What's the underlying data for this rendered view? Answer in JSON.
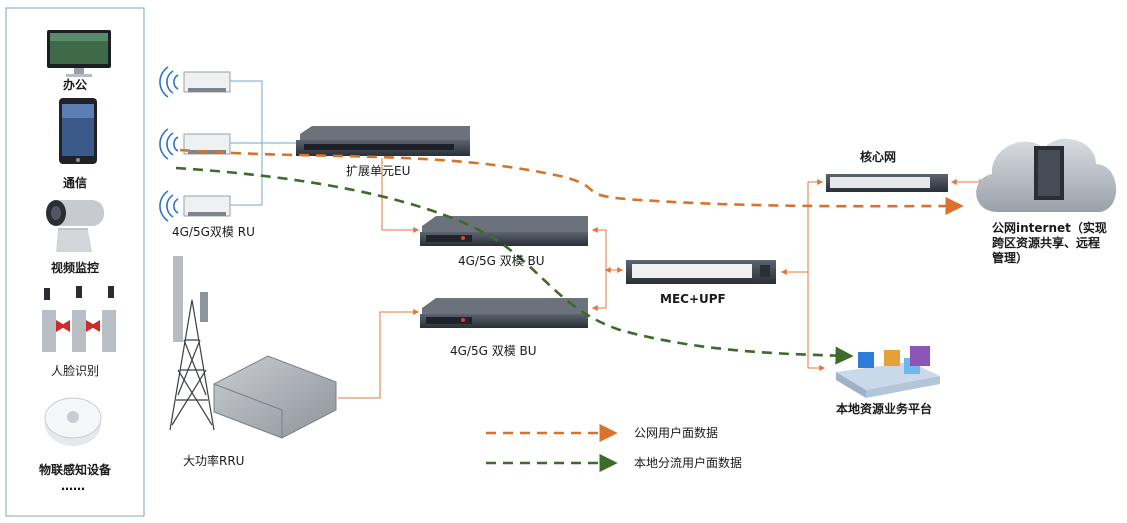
{
  "colors": {
    "public_user_plane": "#d9732b",
    "local_breakout_plane": "#3d6b2a",
    "link_line": "#e07a3c",
    "thin_link": "#6fa8d6",
    "panel_border": "#7aa3c7"
  },
  "terminals": {
    "office": "办公",
    "comms": "通信",
    "video": "视频监控",
    "face": "人脸识别",
    "iot": "物联感知设备",
    "more": "……"
  },
  "nodes": {
    "ru": "4G/5G双模 RU",
    "eu": "扩展单元EU",
    "bu1": "4G/5G 双模 BU",
    "bu2": "4G/5G 双模 BU",
    "mec": "MEC+UPF",
    "core": "核心网",
    "internet": "公网internet（实现跨区资源共享、远程管理）",
    "internet_lines": [
      "公网internet（实现",
      "跨区资源共享、远程",
      "管理）"
    ],
    "local_platform": "本地资源业务平台",
    "rru": "大功率RRU"
  },
  "legend": [
    {
      "label": "公网用户面数据",
      "color": "#d9732b"
    },
    {
      "label": "本地分流用户面数据",
      "color": "#3d6b2a"
    }
  ]
}
